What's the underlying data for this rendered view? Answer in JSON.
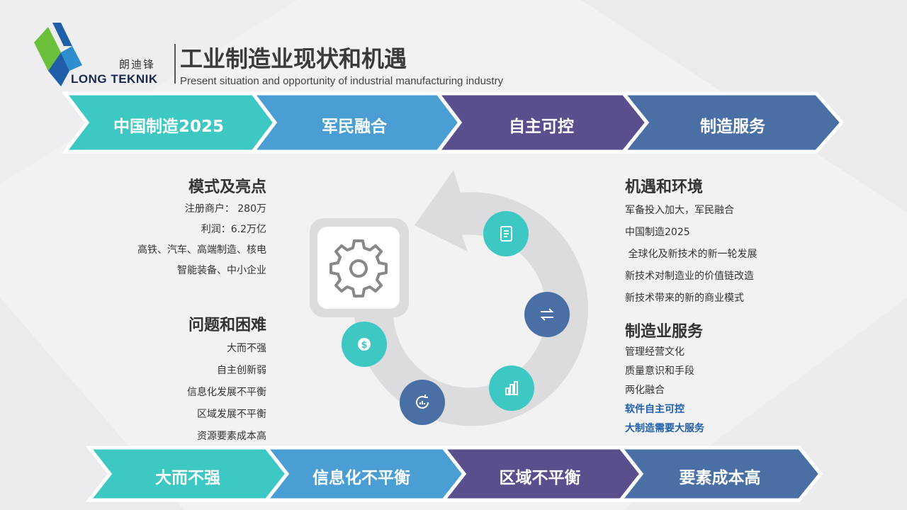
{
  "brand": {
    "cn": "朗迪锋",
    "en": "LONG TEKNIK"
  },
  "header": {
    "title": "工业制造业现状和机遇",
    "subtitle": "Present situation and opportunity of industrial manufacturing industry"
  },
  "top_arrows": [
    "中国制造2025",
    "军民融合",
    "自主可控",
    "制造服务"
  ],
  "bottom_arrows": [
    "大而不强",
    "信息化不平衡",
    "区域不平衡",
    "要素成本高"
  ],
  "left": {
    "section1": {
      "heading": "模式及亮点",
      "items": [
        "注册商户：  280万",
        "利润：6.2万亿",
        "高铁、汽车、高端制造、核电",
        "智能装备、中小企业"
      ]
    },
    "section2": {
      "heading": "问题和困难",
      "items": [
        "大而不强",
        "自主创新弱",
        "信息化发展不平衡",
        "区域发展不平衡",
        "资源要素成本高"
      ]
    }
  },
  "right": {
    "section1": {
      "heading": "机遇和环境",
      "items": [
        "军备投入加大，军民融合",
        "中国制造2025",
        " 全球化及新技术的新一轮发展",
        "新技术对制造业的价值链改造",
        "新技术带来的新的商业模式"
      ]
    },
    "section2": {
      "heading": "制造业服务",
      "items": [
        "管理经营文化",
        "质量意识和手段",
        "两化融合",
        "软件自主可控",
        "大制造需要大服务"
      ]
    }
  },
  "colors": {
    "teal": "#3ec8c4",
    "blue": "#4a9ed4",
    "purple": "#5b4e8c",
    "navy": "#4a6fa5",
    "highlight": "#1f5fa8"
  },
  "icons": [
    "gear-icon",
    "notebook-icon",
    "exchange-icon",
    "building-chart-icon",
    "refresh-chart-icon",
    "dollar-gear-icon"
  ]
}
